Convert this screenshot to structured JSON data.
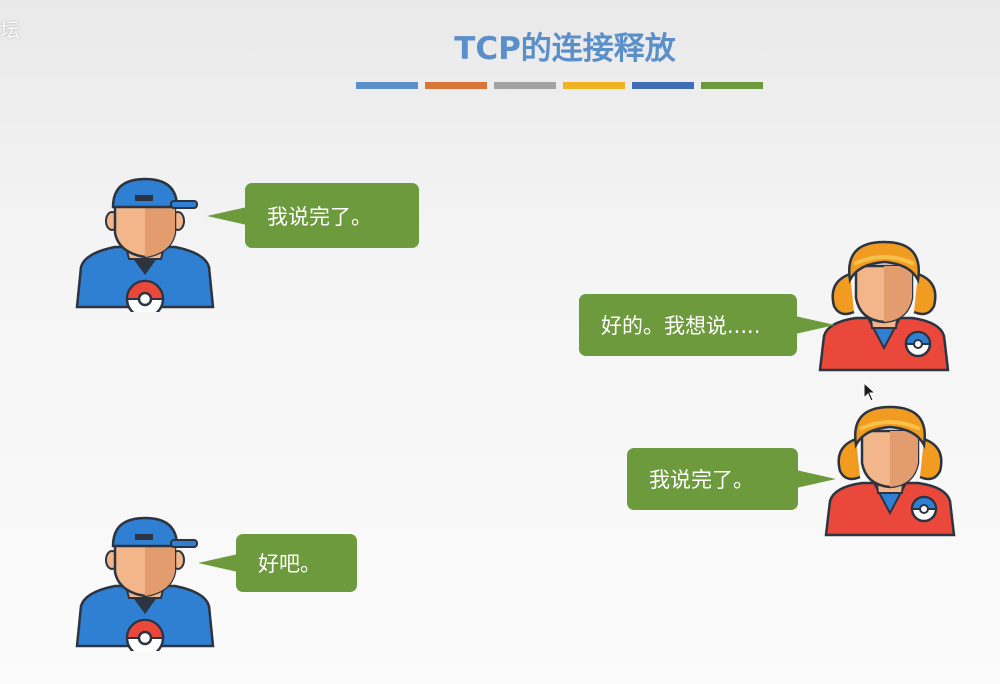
{
  "watermark": "坛",
  "title": "TCP的连接释放",
  "color_bar": [
    "#5b8fc9",
    "#d9743a",
    "#a3a3a3",
    "#f0b323",
    "#3f6eb5",
    "#6c9a3c"
  ],
  "bubbles": [
    {
      "text": "我说完了。"
    },
    {
      "text": "好的。我想说....."
    },
    {
      "text": "我说完了。"
    },
    {
      "text": "好吧。"
    }
  ],
  "colors": {
    "bubble": "#6c9a3c",
    "boy_shirt": "#2f7fd2",
    "girl_shirt": "#e9483b",
    "girl_hair": "#f19b20",
    "skin": "#f2b68a"
  }
}
